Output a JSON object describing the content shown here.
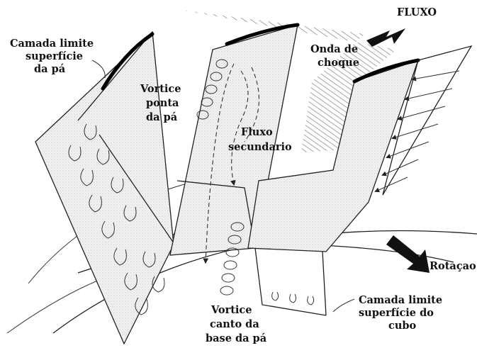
{
  "labels": {
    "fluxo": "FLUXO",
    "camada_limite_pa": [
      "Camada limite",
      "superfície",
      "da pá"
    ],
    "onda_choque": [
      "Onda de",
      "choque"
    ],
    "vortice_ponta": [
      "Vortice",
      "ponta",
      "da pá"
    ],
    "fluxo_secundario": [
      "Fluxo",
      "secundario"
    ],
    "rotacao": "Rotaçao",
    "camada_limite_cubo": [
      "Camada limite",
      "superfície do",
      "cubo"
    ],
    "vortice_canto": [
      "Vortice",
      "canto da",
      "base da pá"
    ]
  },
  "colors": {
    "ink": "#111111",
    "stipple": "#e8e8e8",
    "hatch": "#555555"
  }
}
